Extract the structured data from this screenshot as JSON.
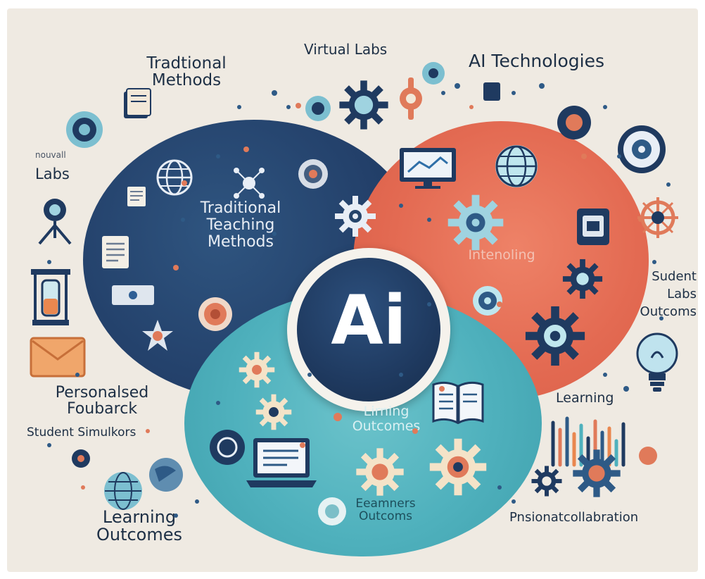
{
  "colors": {
    "background": "#efeae2",
    "traditional_circle": "#26456b",
    "ai_circle": "#e46f55",
    "outcomes_circle": "#4fb1bd",
    "center_circle": "#1f3a60",
    "text_dark": "#1d2f45"
  },
  "labels": {
    "traditional_methods": "Tradtional\nMethods",
    "virtual_labs": "Virtual Labs",
    "ai_technologies": "AI Technologies",
    "labs_garbled": "nouvall",
    "labs": "Labs",
    "student_labs_outcomes": "Sudent\nLabs\nOutcoms",
    "personalised_feedback": "Personalsed\nFoubarck",
    "student_simulations": "Student Simulkors",
    "learning_right": "Learning",
    "learning_outcomes_bottom": "Learning\nOutcomes",
    "personal_collaboration": "Pnsionatcollabration"
  },
  "circles": {
    "traditional": "Traditional\nTeaching\nMethods",
    "ai_interfacing": "Intenoling",
    "outcomes_top": "Lirning\nOutcomes",
    "outcomes_bottom": "Eeamners\nOutcoms",
    "center": "Ai"
  },
  "icons": [
    "globe-icon",
    "gear-icon",
    "document-icon",
    "monitor-icon",
    "lightbulb-icon",
    "microscope-icon",
    "flask-icon",
    "envelope-icon",
    "laptop-icon",
    "book-icon",
    "bar-chart-icon",
    "target-icon",
    "network-icon",
    "robot-icon"
  ]
}
